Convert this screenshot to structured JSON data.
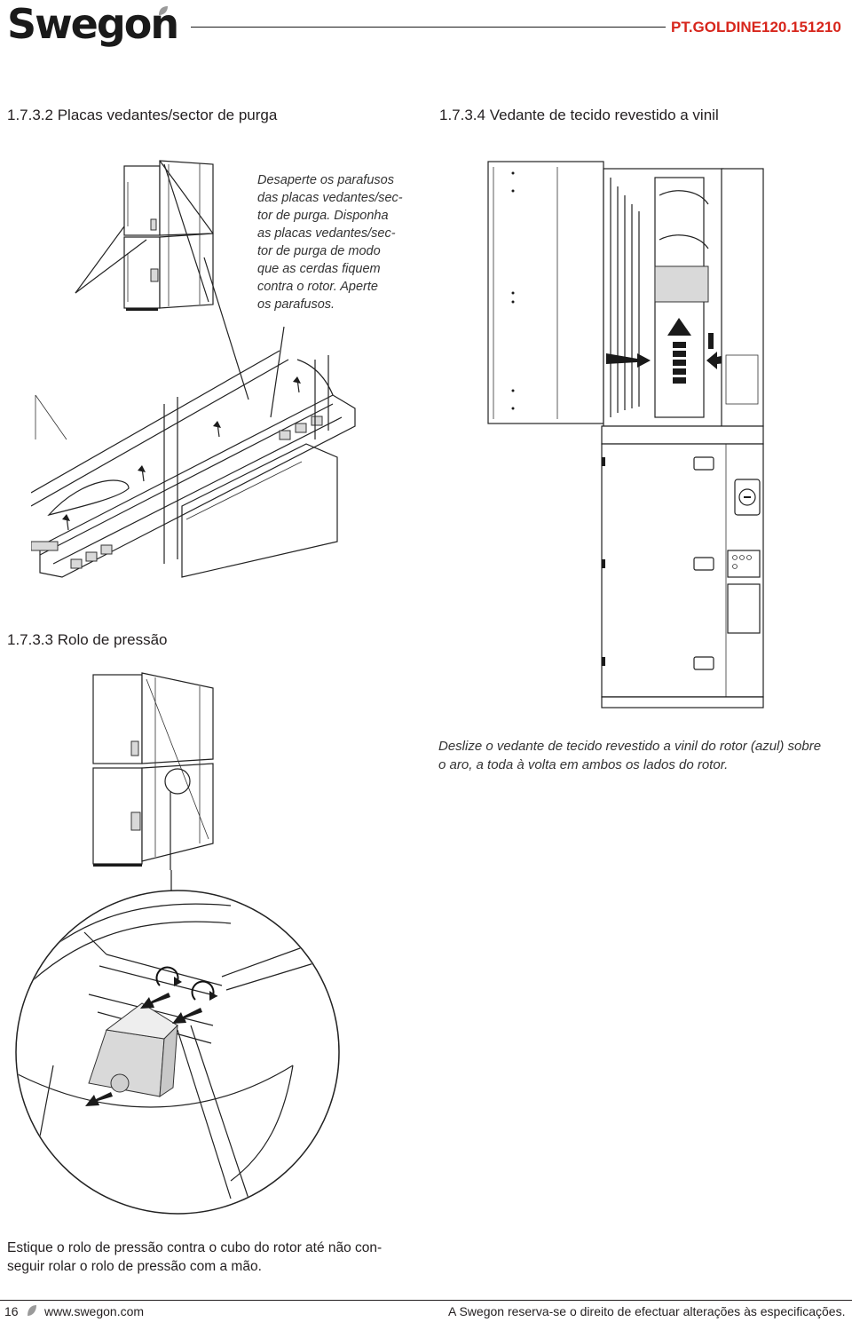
{
  "header": {
    "logo_text": "Swegon",
    "doc_code": "PT.GOLDINE120.151210"
  },
  "sections": {
    "s1": {
      "heading": "1.7.3.2 Placas vedantes/sector de purga",
      "instruction": "Desaperte os parafusos das placas vedantes/sector de purga. Disponha as placas vedantes/sector de purga de modo que as cerdas fiquem contra o rotor. Aperte os parafusos.",
      "lines": [
        "Desaperte os parafusos",
        "das placas vedantes/sec-",
        "tor de purga. Disponha",
        "as placas vedantes/sec-",
        "tor de purga de modo",
        "que as cerdas fiquem",
        "contra o rotor. Aperte",
        "os parafusos."
      ]
    },
    "s2": {
      "heading": "1.7.3.4 Vedante de tecido revestido a vinil",
      "lines": [
        "Deslize o vedante de tecido revestido a vinil do rotor (azul) sobre",
        "o aro, a toda à volta em ambos os lados do rotor."
      ]
    },
    "s3": {
      "heading": "1.7.3.3 Rolo de pressão",
      "lines": [
        "Estique o rolo de pressão contra o cubo do rotor até não con-",
        "seguir rolar o rolo de pressão com a mão."
      ]
    }
  },
  "footer": {
    "page_number": "16",
    "website": "www.swegon.com",
    "disclaimer": "A Swegon reserva-se o direito de efectuar alterações às especificações."
  },
  "colors": {
    "accent": "#d7261c",
    "text": "#231f20"
  }
}
